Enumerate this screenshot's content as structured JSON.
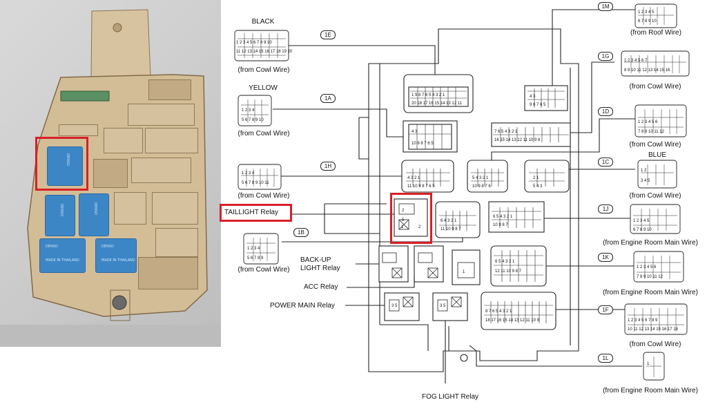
{
  "connectors_left": [
    {
      "code": "1E",
      "color": "BLACK",
      "source": "(from Cowl Wire)"
    },
    {
      "code": "1A",
      "color": "YELLOW",
      "source": "(from Cowl Wire)"
    },
    {
      "code": "1H",
      "color": "",
      "source": "(from Cowl Wire)"
    },
    {
      "code": "1B",
      "color": "",
      "source": "(from Cowl Wire)"
    }
  ],
  "connectors_right": [
    {
      "code": "1M",
      "color": "",
      "source": "(from Roof Wire)"
    },
    {
      "code": "1G",
      "color": "",
      "source": "(from Cowl Wire)"
    },
    {
      "code": "1D",
      "color": "",
      "source": "(from Cowl Wire)"
    },
    {
      "code": "1C",
      "color": "BLUE",
      "source": "(from Cowl Wire)"
    },
    {
      "code": "1J",
      "color": "",
      "source": "(from Engine Room Main Wire)"
    },
    {
      "code": "1K",
      "color": "",
      "source": "(from Engine Room Main Wire)"
    },
    {
      "code": "1F",
      "color": "",
      "source": "(from Cowl Wire)"
    },
    {
      "code": "1L",
      "color": "",
      "source": "(from Engine Room Main Wire)"
    }
  ],
  "relays": {
    "taillight": "TAILLIGHT Relay",
    "backup_line1": "BACK-UP",
    "backup_line2": "LIGHT Relay",
    "acc": "ACC Relay",
    "power_main": "POWER MAIN Relay",
    "fog": "FOG LIGHT Relay"
  },
  "photo": {
    "relay_text": "DENSO",
    "relay_sub": "MADE IN THAILAND"
  },
  "colors": {
    "highlight": "#d81f26",
    "relay_blue": "#3d86c6",
    "housing_beige": "#d6c19f",
    "line": "#222222"
  }
}
